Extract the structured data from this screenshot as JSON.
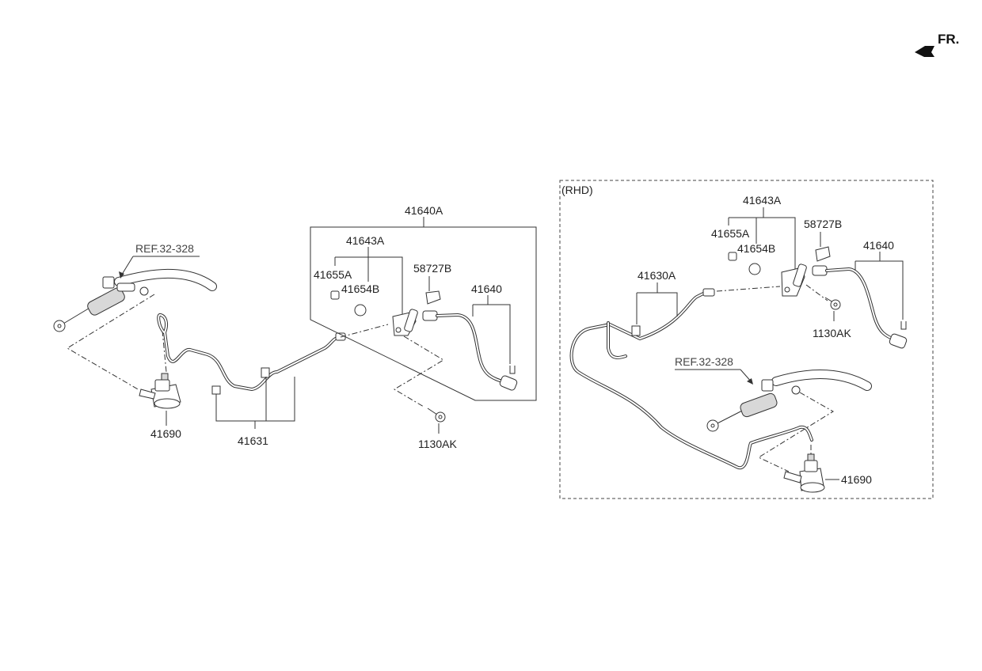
{
  "direction_label": "FR.",
  "rhd_label": "(RHD)",
  "left_assembly": {
    "ref_label": "REF.32-328",
    "labels": {
      "hose_kit": "41640A",
      "bracket_kit": "41643A",
      "bushing": "41655A",
      "grommet": "41654B",
      "clip": "58727B",
      "hose": "41640",
      "bolt": "1130AK",
      "release_cylinder": "41690",
      "tube": "41631"
    }
  },
  "rhd_assembly": {
    "ref_label": "REF.32-328",
    "labels": {
      "bracket_kit": "41643A",
      "bushing": "41655A",
      "grommet": "41654B",
      "clip": "58727B",
      "hose": "41640",
      "tube": "41630A",
      "bolt": "1130AK",
      "release_cylinder": "41690"
    }
  },
  "colors": {
    "line": "#333333",
    "background": "#ffffff",
    "text": "#222222"
  }
}
